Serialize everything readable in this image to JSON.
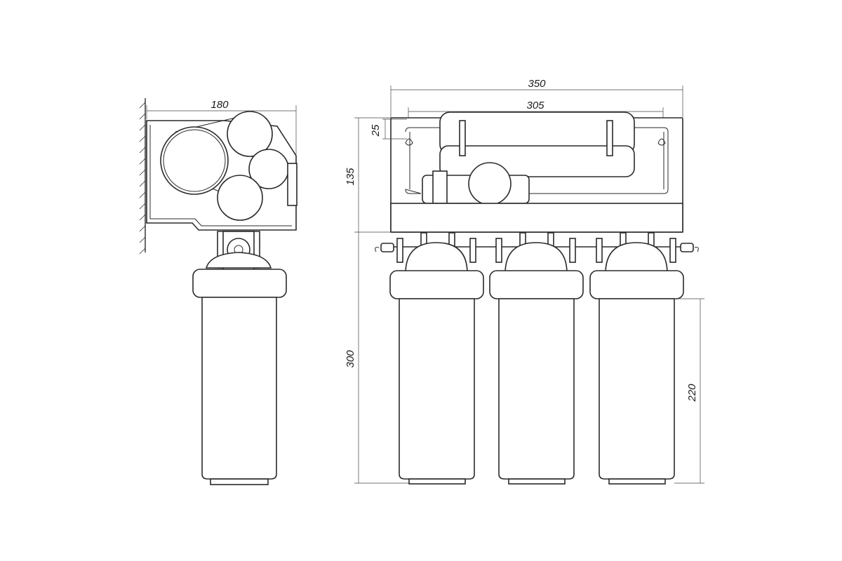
{
  "dimensions": {
    "side_depth": "180",
    "front_total_width": "350",
    "front_mount_spacing": "305",
    "front_mount_offset": "25",
    "front_head_height": "135",
    "front_total_height": "300",
    "front_housing_height": "220"
  }
}
